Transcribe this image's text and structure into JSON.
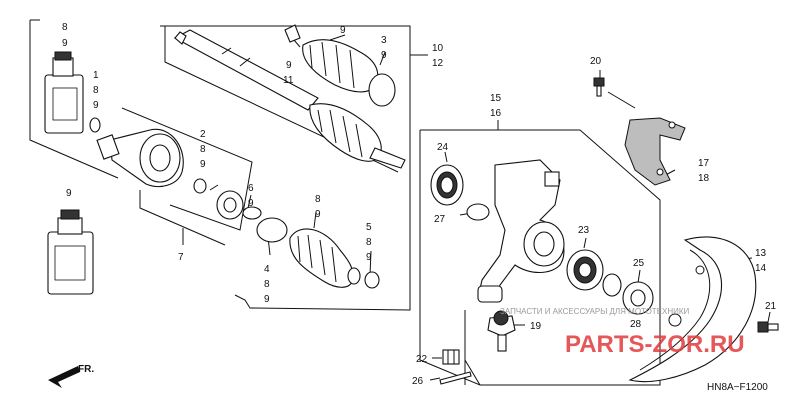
{
  "diagram": {
    "code": "HN8A−F1200",
    "front_marker": "FR.",
    "watermark": {
      "text": "ЗАПЧАСТИ И АКСЕССУАРЫ ДЛЯ МОТОТЕХНИКИ",
      "logo": "PARTS-ZOR.RU"
    }
  },
  "callouts": {
    "c8a": "8",
    "c9a": "9",
    "c1": "1",
    "c8b": "8",
    "c9b": "9",
    "c9c": "9",
    "c2": "2",
    "c8c": "8",
    "c9d": "9",
    "c7": "7",
    "c9e": "9",
    "c11": "11",
    "c9f": "9",
    "c3": "3",
    "c9g": "9",
    "c10": "10",
    "c12": "12",
    "c6": "6",
    "c9h": "9",
    "c8d": "8",
    "c9i": "9",
    "c4": "4",
    "c8e": "8",
    "c9j": "9",
    "c5": "5",
    "c8f": "8",
    "c9k": "9",
    "c15": "15",
    "c16": "16",
    "c20": "20",
    "c24": "24",
    "c17": "17",
    "c18": "18",
    "c27": "27",
    "c23": "23",
    "c25": "25",
    "c13": "13",
    "c14": "14",
    "c28": "28",
    "c21": "21",
    "c19": "19",
    "c22": "22",
    "c26": "26"
  }
}
